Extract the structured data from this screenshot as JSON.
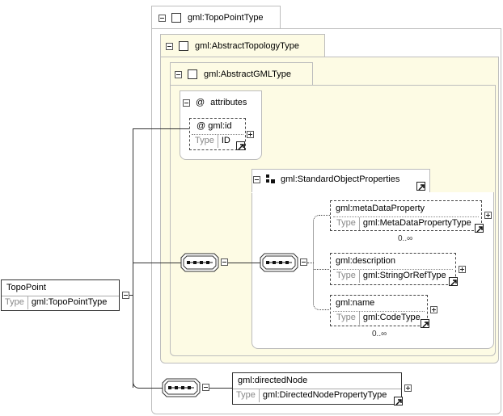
{
  "type_label": "Type",
  "root_element": {
    "name": "TopoPoint",
    "type": "gml:TopoPointType"
  },
  "frames": {
    "topo_point_type": {
      "label": "gml:TopoPointType"
    },
    "abstract_topology_type": {
      "label": "gml:AbstractTopologyType"
    },
    "abstract_gml_type": {
      "label": "gml:AbstractGMLType"
    }
  },
  "attributes": {
    "label": "attributes",
    "id_attribute": {
      "name": "gml:id",
      "type": "ID"
    }
  },
  "standard_object_properties": {
    "label": "gml:StandardObjectProperties",
    "elements": [
      {
        "name": "gml:metaDataProperty",
        "type": "gml:MetaDataPropertyType",
        "occurrence": "0..∞"
      },
      {
        "name": "gml:description",
        "type": "gml:StringOrRefType",
        "occurrence": ""
      },
      {
        "name": "gml:name",
        "type": "gml:CodeType",
        "occurrence": "0..∞"
      }
    ]
  },
  "directed_node": {
    "name": "gml:directedNode",
    "type": "gml:DirectedNodePropertyType"
  },
  "colors": {
    "frame_fill": "#fdfbe4",
    "frame_border": "#bdbdbd",
    "connector": "#333333"
  }
}
